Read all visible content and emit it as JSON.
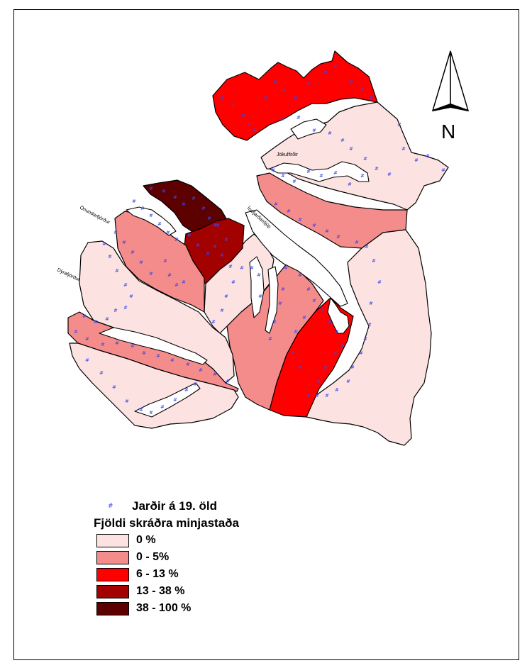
{
  "map": {
    "north_label": "N",
    "place_labels": {
      "jokulfirdir": "Jökulfirðir",
      "isafjardardjup": "Ísafjarðardjúp",
      "onundarfjordur": "Önundarfjörður",
      "dyrafjordur": "Dýrafjörður"
    },
    "farm_symbol": "#",
    "farm_color": "#3a46e8"
  },
  "legend": {
    "farms_label": "Jarðir á 19. öld",
    "title": "Fjöldi skráðra minjastaða",
    "classes": [
      {
        "label": "0 %",
        "color": "#fde2e2"
      },
      {
        "label": "0 - 5%",
        "color": "#f48c8c"
      },
      {
        "label": "6 - 13 %",
        "color": "#ff0000"
      },
      {
        "label": "13 - 38 %",
        "color": "#a30000"
      },
      {
        "label": "38 - 100 %",
        "color": "#5c0000"
      }
    ]
  }
}
